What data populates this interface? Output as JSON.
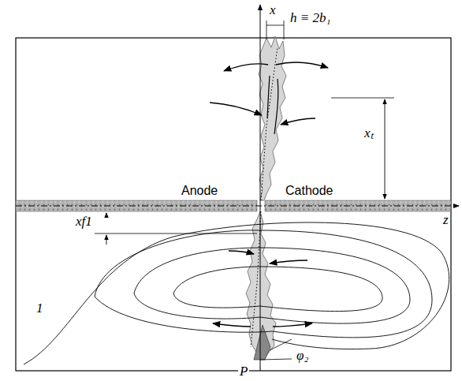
{
  "diagram": {
    "labels": [
      "x",
      "h ≡ 2b₁",
      "xₜ",
      "Anode",
      "Cathode",
      "z",
      "xf1",
      "1",
      "P",
      "φ₂"
    ]
  }
}
